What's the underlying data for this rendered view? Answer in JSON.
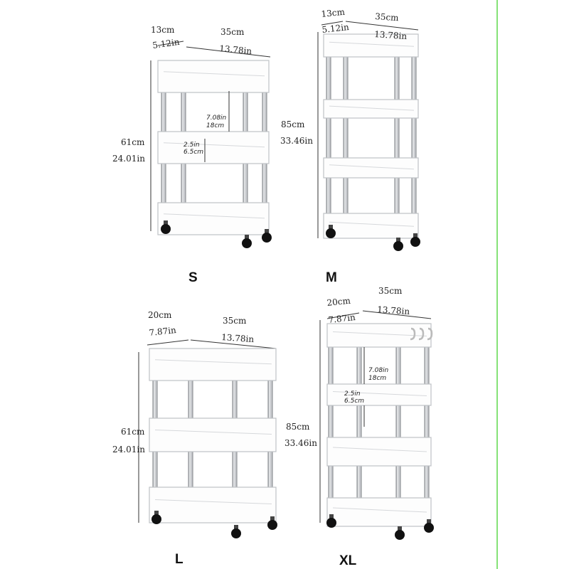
{
  "accent_line_color": "#5fd84a",
  "carts": [
    {
      "size": "S",
      "depth_cm": "13cm",
      "depth_in": "5.12in",
      "width_cm": "35cm",
      "width_in": "13.78in",
      "height_cm": "61cm",
      "height_in": "24.01in",
      "shelf_gap_in": "7.08in",
      "shelf_gap_cm": "18cm",
      "rim_in": "2.5in",
      "rim_cm": "6.5cm"
    },
    {
      "size": "M",
      "depth_cm": "13cm",
      "depth_in": "5.12in",
      "width_cm": "35cm",
      "width_in": "13.78in",
      "height_cm": "85cm",
      "height_in": "33.46in"
    },
    {
      "size": "L",
      "depth_cm": "20cm",
      "depth_in": "7.87in",
      "width_cm": "35cm",
      "width_in": "13.78in",
      "height_cm": "61cm",
      "height_in": "24.01in"
    },
    {
      "size": "XL",
      "depth_cm": "20cm",
      "depth_in": "7.87in",
      "width_cm": "35cm",
      "width_in": "13.78in",
      "height_cm": "85cm",
      "height_in": "33.46in",
      "shelf_gap_in": "7.08in",
      "shelf_gap_cm": "18cm",
      "rim_in": "2.5in",
      "rim_cm": "6.5cm"
    }
  ]
}
